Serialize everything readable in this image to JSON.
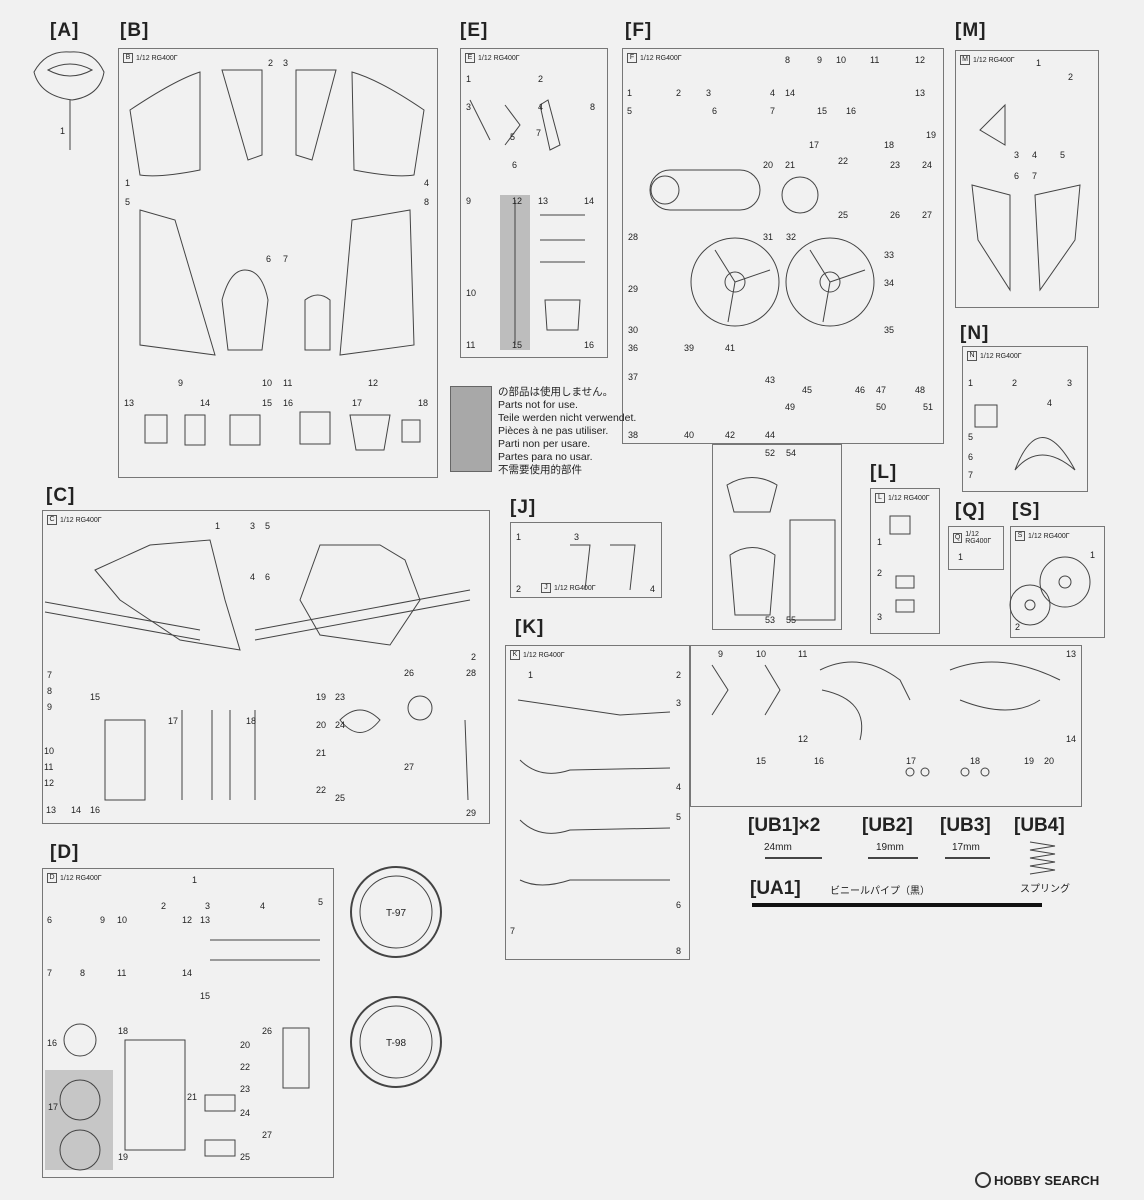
{
  "titles": {
    "A": "[A]",
    "B": "[B]",
    "C": "[C]",
    "D": "[D]",
    "E": "[E]",
    "F": "[F]",
    "J": "[J]",
    "K": "[K]",
    "L": "[L]",
    "M": "[M]",
    "N": "[N]",
    "Q": "[Q]",
    "S": "[S]"
  },
  "model_tag": "1/12 RG400Γ",
  "legend": {
    "lines": [
      "の部品は使用しません。",
      "Parts not for use.",
      "Teile werden nicht verwendet.",
      "Pièces à ne pas utiliser.",
      "Parti non per usare.",
      "Partes para no usar.",
      "不需要使用的部件"
    ]
  },
  "tires": {
    "t97": "T-97",
    "t98": "T-98"
  },
  "extras": {
    "ub1": "[UB1]×2",
    "ub2": "[UB2]",
    "ub3": "[UB3]",
    "ub4": "[UB4]",
    "ub1_len": "24mm",
    "ub2_len": "19mm",
    "ub3_len": "17mm",
    "ua1": "[UA1]",
    "ua1_desc": "ビニールパイプ（黒）",
    "spring": "スプリング"
  },
  "watermark": "HOBBY SEARCH",
  "numbers": {
    "A": [
      "1"
    ],
    "B": [
      "1",
      "2",
      "3",
      "4",
      "5",
      "6",
      "7",
      "8",
      "9",
      "10",
      "11",
      "12",
      "13",
      "14",
      "15",
      "16",
      "17",
      "18"
    ],
    "C": [
      "1",
      "2",
      "3",
      "4",
      "5",
      "6",
      "7",
      "8",
      "9",
      "10",
      "11",
      "12",
      "13",
      "14",
      "15",
      "16",
      "17",
      "18",
      "19",
      "20",
      "21",
      "22",
      "23",
      "24",
      "25",
      "26",
      "27",
      "28",
      "29"
    ],
    "D": [
      "1",
      "2",
      "3",
      "4",
      "5",
      "6",
      "7",
      "8",
      "9",
      "10",
      "11",
      "12",
      "13",
      "14",
      "15",
      "16",
      "17",
      "18",
      "19",
      "20",
      "21",
      "22",
      "23",
      "24",
      "25",
      "26",
      "27"
    ],
    "E": [
      "1",
      "2",
      "3",
      "4",
      "5",
      "6",
      "7",
      "8",
      "9",
      "10",
      "11",
      "12",
      "13",
      "14",
      "15",
      "16"
    ],
    "F": [
      "1",
      "2",
      "3",
      "4",
      "5",
      "6",
      "7",
      "8",
      "9",
      "10",
      "11",
      "12",
      "13",
      "14",
      "15",
      "16",
      "17",
      "18",
      "19",
      "20",
      "21",
      "22",
      "23",
      "24",
      "25",
      "26",
      "27",
      "28",
      "29",
      "30",
      "31",
      "32",
      "33",
      "34",
      "35",
      "36",
      "37",
      "38",
      "39",
      "40",
      "41",
      "42",
      "43",
      "44",
      "45",
      "46",
      "47",
      "48",
      "49",
      "50",
      "51",
      "52",
      "53",
      "54",
      "55"
    ],
    "J": [
      "1",
      "2",
      "3",
      "4"
    ],
    "K": [
      "1",
      "2",
      "3",
      "4",
      "5",
      "6",
      "7",
      "8",
      "9",
      "10",
      "11",
      "12",
      "13",
      "14",
      "15",
      "16",
      "17",
      "18",
      "19",
      "20"
    ],
    "L": [
      "1",
      "2",
      "3"
    ],
    "M": [
      "1",
      "2",
      "3",
      "4",
      "5",
      "6",
      "7"
    ],
    "N": [
      "1",
      "2",
      "3",
      "4",
      "5",
      "6",
      "7"
    ],
    "Q": [
      "1"
    ],
    "S": [
      "1",
      "2"
    ]
  }
}
